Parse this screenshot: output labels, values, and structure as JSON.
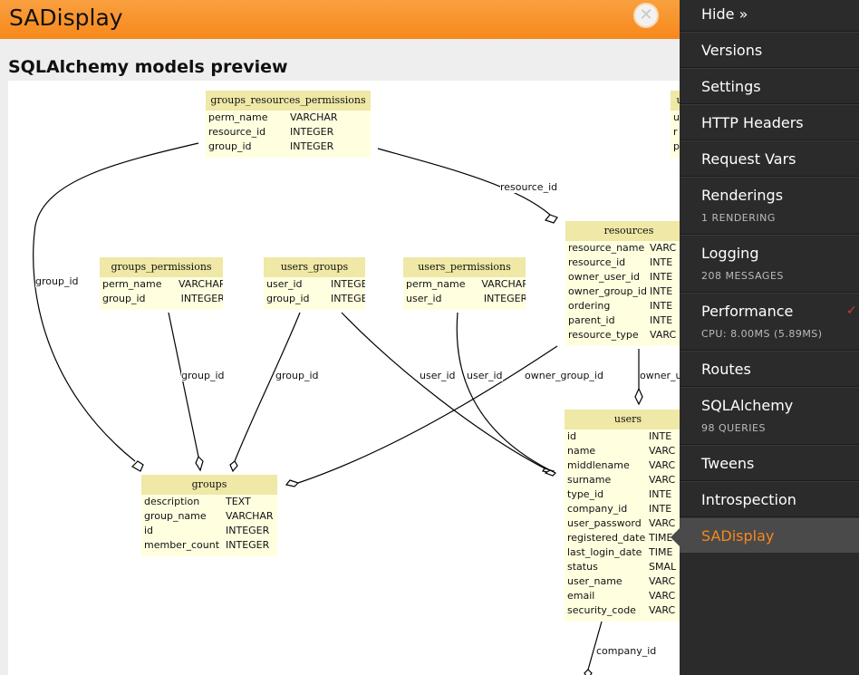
{
  "header": {
    "title": "SADisplay",
    "close_glyph": "✕"
  },
  "page": {
    "heading": "SQLAlchemy models preview"
  },
  "entities": {
    "grp": {
      "title": "groups_resources_permissions",
      "cols": [
        [
          "perm_name",
          "VARCHAR"
        ],
        [
          "resource_id",
          "INTEGER"
        ],
        [
          "group_id",
          "INTEGER"
        ]
      ]
    },
    "partial": {
      "title": "u",
      "cols": [
        [
          "u",
          ""
        ],
        [
          "r",
          ""
        ],
        [
          "p",
          ""
        ]
      ]
    },
    "gp": {
      "title": "groups_permissions",
      "cols": [
        [
          "perm_name",
          "VARCHAR"
        ],
        [
          "group_id",
          "INTEGER"
        ]
      ]
    },
    "ug": {
      "title": "users_groups",
      "cols": [
        [
          "user_id",
          "INTEGER"
        ],
        [
          "group_id",
          "INTEGER"
        ]
      ]
    },
    "up": {
      "title": "users_permissions",
      "cols": [
        [
          "perm_name",
          "VARCHAR"
        ],
        [
          "user_id",
          "INTEGER"
        ]
      ]
    },
    "res": {
      "title": "resources",
      "cols": [
        [
          "resource_name",
          "VARC"
        ],
        [
          "resource_id",
          "INTE"
        ],
        [
          "owner_user_id",
          "INTE"
        ],
        [
          "owner_group_id",
          "INTE"
        ],
        [
          "ordering",
          "INTE"
        ],
        [
          "parent_id",
          "INTE"
        ],
        [
          "resource_type",
          "VARC"
        ]
      ]
    },
    "groups": {
      "title": "groups",
      "cols": [
        [
          "description",
          "TEXT"
        ],
        [
          "group_name",
          "VARCHAR"
        ],
        [
          "id",
          "INTEGER"
        ],
        [
          "member_count",
          "INTEGER"
        ]
      ]
    },
    "users": {
      "title": "users",
      "cols": [
        [
          "id",
          "INTE"
        ],
        [
          "name",
          "VARC"
        ],
        [
          "middlename",
          "VARC"
        ],
        [
          "surname",
          "VARC"
        ],
        [
          "type_id",
          "INTE"
        ],
        [
          "company_id",
          "INTE"
        ],
        [
          "user_password",
          "VARC"
        ],
        [
          "registered_date",
          "TIME"
        ],
        [
          "last_login_date",
          "TIME"
        ],
        [
          "status",
          "SMAL"
        ],
        [
          "user_name",
          "VARC"
        ],
        [
          "email",
          "VARC"
        ],
        [
          "security_code",
          "VARC"
        ]
      ]
    }
  },
  "edge_labels": {
    "resource_id": "resource_id",
    "group_id_left": "group_id",
    "gp_group_id": "group_id",
    "ug_group_id": "group_id",
    "ug_user_id": "user_id",
    "up_user_id": "user_id",
    "owner_group_id": "owner_group_id",
    "owner_user": "owner_u",
    "company_id": "company_id"
  },
  "sidebar": {
    "hide": "Hide »",
    "versions": "Versions",
    "settings": "Settings",
    "http_headers": "HTTP Headers",
    "request_vars": "Request Vars",
    "renderings": "Renderings",
    "renderings_sub": "1 RENDERING",
    "logging": "Logging",
    "logging_sub": "208 MESSAGES",
    "performance": "Performance",
    "performance_sub": "CPU: 8.00MS (5.89MS)",
    "routes": "Routes",
    "sqlalchemy": "SQLAlchemy",
    "sqlalchemy_sub": "98 QUERIES",
    "tweens": "Tweens",
    "introspection": "Introspection",
    "sadisplay": "SADisplay",
    "check_glyph": "✓"
  },
  "colors": {
    "accent": "#f7881c",
    "sidebar_bg": "#2b2b2b",
    "entity_header": "#efe8a6",
    "entity_body": "#ffffe0"
  }
}
